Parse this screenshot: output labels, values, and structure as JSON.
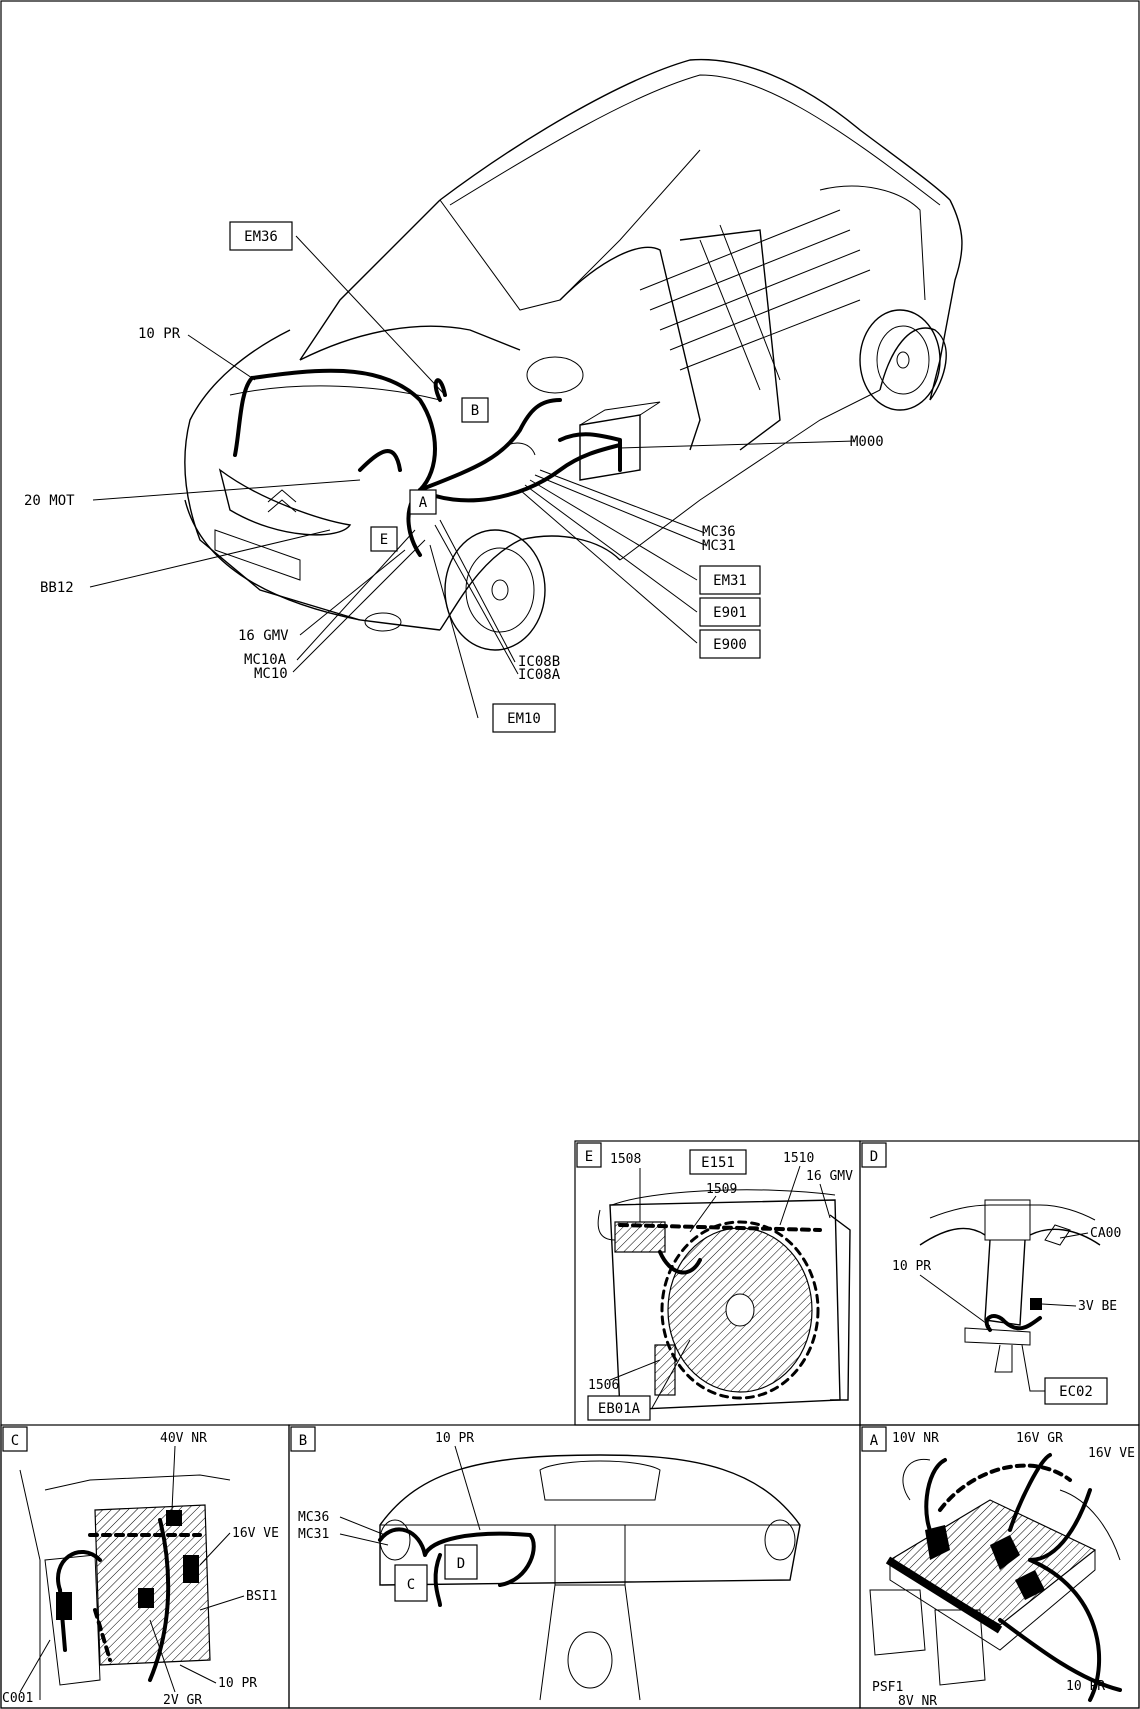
{
  "main_view": {
    "callouts_boxed": [
      "EM36",
      "EM31",
      "E901",
      "E900",
      "EM10"
    ],
    "callouts_plain": [
      "10 PR",
      "20 MOT",
      "BB12",
      "16 GMV",
      "MC10A",
      "MC10",
      "IC08B",
      "IC08A",
      "M000",
      "MC36",
      "MC31"
    ],
    "detail_markers": [
      "A",
      "B",
      "E"
    ]
  },
  "detail_e": {
    "letter": "E",
    "labels": [
      "1508",
      "1509",
      "1510",
      "16 GMV",
      "1506"
    ],
    "boxed": [
      "E151",
      "EB01A"
    ]
  },
  "detail_d": {
    "letter": "D",
    "labels": [
      "CA00",
      "10 PR",
      "3V BE"
    ],
    "boxed": [
      "EC02"
    ]
  },
  "detail_c": {
    "letter": "C",
    "labels": [
      "40V NR",
      "16V VE",
      "BSI1",
      "C001",
      "2V GR",
      "10 PR"
    ]
  },
  "detail_b": {
    "letter": "B",
    "labels": [
      "10 PR",
      "MC36",
      "MC31"
    ],
    "markers": [
      "C",
      "D"
    ]
  },
  "detail_a": {
    "letter": "A",
    "labels": [
      "10V NR",
      "16V GR",
      "16V VE",
      "PSF1",
      "8V NR",
      "10 PR"
    ]
  }
}
